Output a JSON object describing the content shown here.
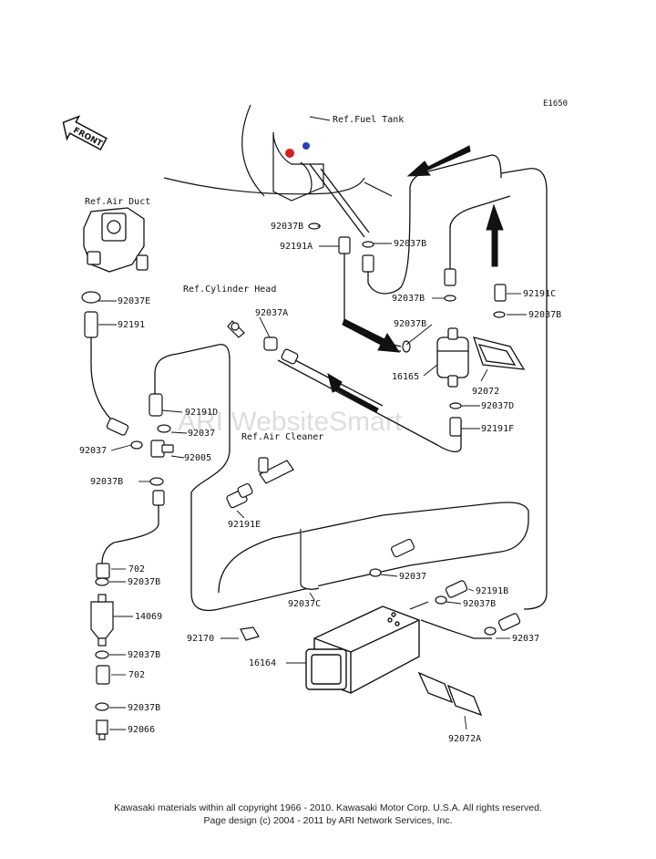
{
  "diagram_code": "E1650",
  "front_label": "FRONT",
  "watermark": "ARI WebsiteSmart",
  "refs": {
    "fuel_tank": "Ref.Fuel Tank",
    "air_duct": "Ref.Air Duct",
    "cylinder_head": "Ref.Cylinder Head",
    "air_cleaner": "Ref.Air Cleaner"
  },
  "parts": {
    "p92037B_tank_left": "92037B",
    "p92191A": "92191A",
    "p92037B_tank_right": "92037B",
    "p92037B_upper_mid": "92037B",
    "p92191C": "92191C",
    "p92037B_upper_right": "92037B",
    "p92037B_filter_top": "92037B",
    "p16165": "16165",
    "p92072": "92072",
    "p92037D": "92037D",
    "p92191F": "92191F",
    "p92037E": "92037E",
    "p92191": "92191",
    "p92037A": "92037A",
    "p92191D": "92191D",
    "p92037_mid": "92037",
    "p92037_left": "92037",
    "p92005": "92005",
    "p92037B_left": "92037B",
    "p92191E": "92191E",
    "p702_upper": "702",
    "p92037B_left2": "92037B",
    "p14069": "14069",
    "p92037B_left3": "92037B",
    "p702_lower": "702",
    "p92037B_left4": "92037B",
    "p92066": "92066",
    "p92037_canister": "92037",
    "p92191B": "92191B",
    "p92037B_canister": "92037B",
    "p92037C": "92037C",
    "p92170": "92170",
    "p92037_right": "92037",
    "p16164": "16164",
    "p92072A": "92072A"
  },
  "colors": {
    "line": "#111111",
    "marker_red": "#d42020",
    "marker_blue": "#2a3fb8"
  },
  "footer": {
    "line1": "Kawasaki materials within all copyright 1966 - 2010.  Kawasaki Motor Corp. U.S.A.   All rights reserved.",
    "line2": "Page design (c) 2004 - 2011 by ARI Network Services, Inc."
  }
}
